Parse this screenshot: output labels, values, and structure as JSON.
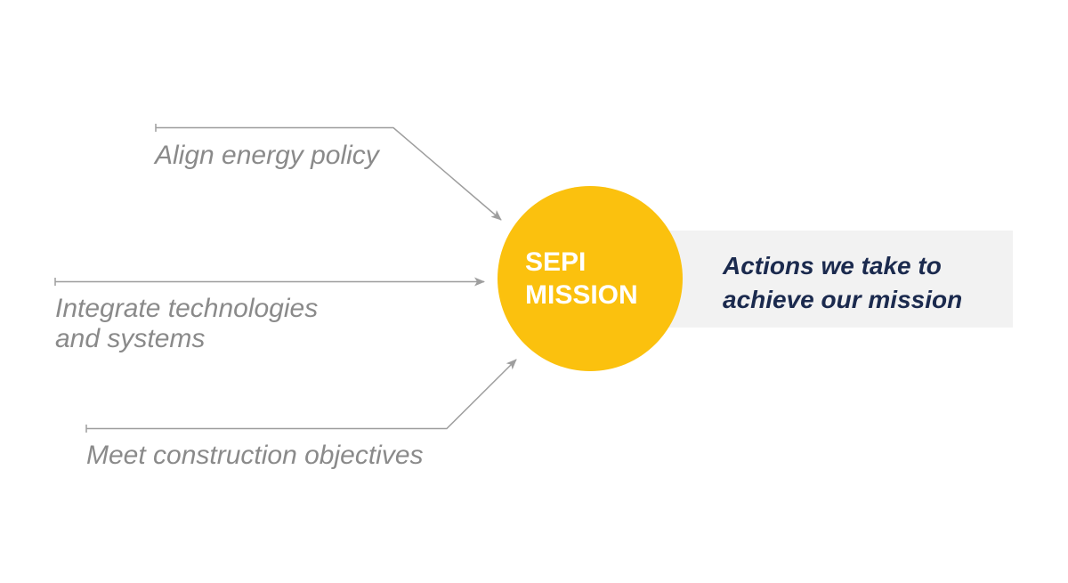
{
  "inputs": [
    {
      "id": "align",
      "lines": [
        "Align energy policy"
      ]
    },
    {
      "id": "integrate",
      "lines": [
        "Integrate technologies",
        "and systems"
      ]
    },
    {
      "id": "meet",
      "lines": [
        "Meet construction objectives"
      ]
    }
  ],
  "mission": {
    "lines": [
      "SEPI",
      "MISSION"
    ],
    "color": "#fbc10e"
  },
  "result": {
    "lines": [
      "Actions we take to",
      "achieve our mission"
    ]
  },
  "colors": {
    "connector": "#9e9e9e",
    "input_text": "#8a8a8a",
    "result_text": "#1b2a4e",
    "result_bg": "#f2f2f2"
  }
}
